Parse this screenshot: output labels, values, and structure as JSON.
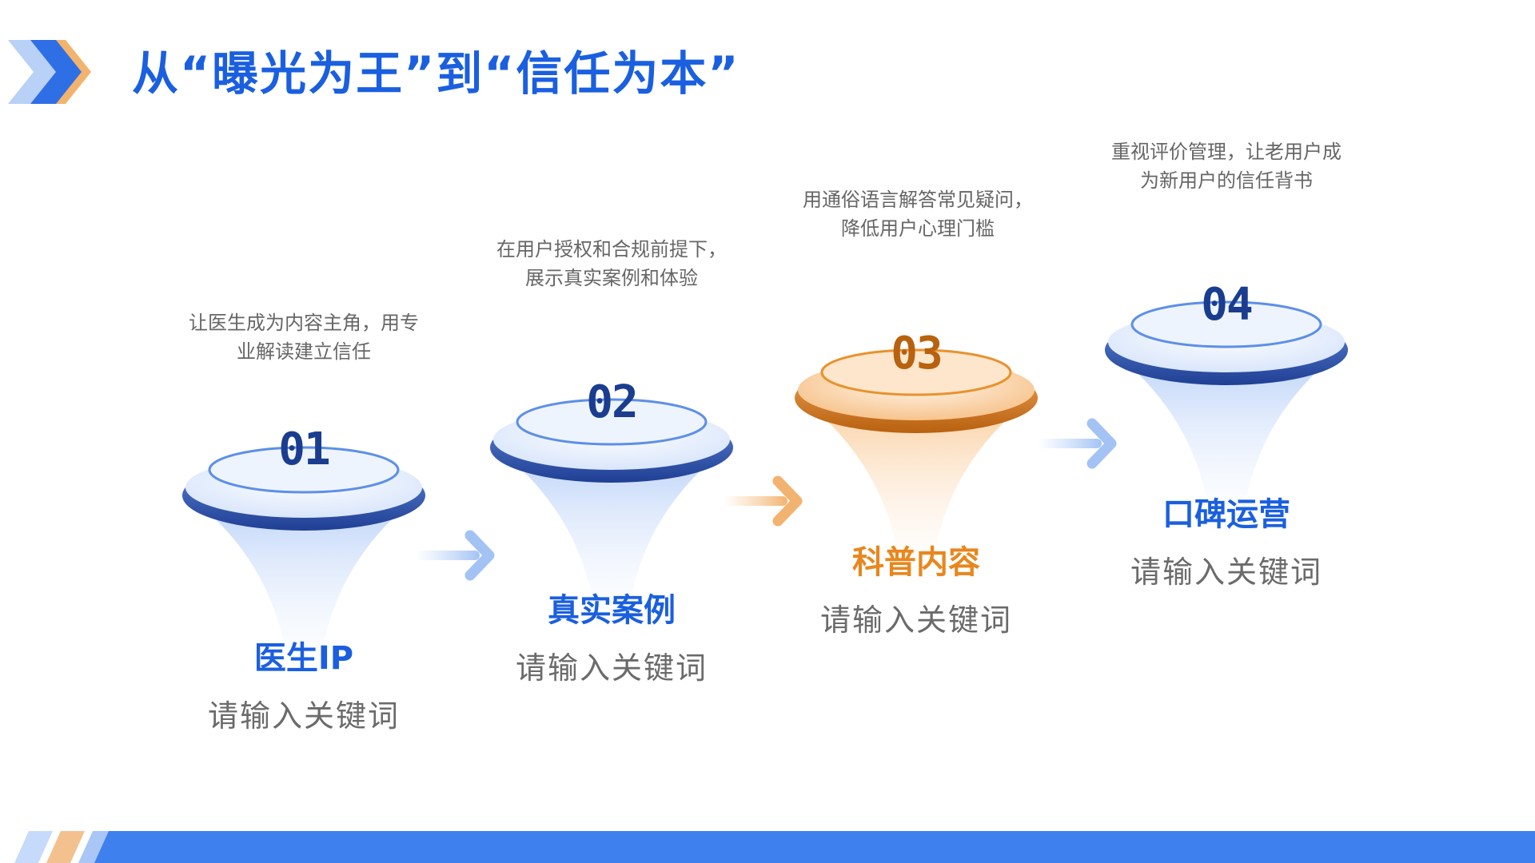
{
  "title": "从“曝光为王”到“信任为本”",
  "colors": {
    "primary": "#1a5fe0",
    "dark_blue": "#1a3d8f",
    "orange": "#e8871e",
    "dark_orange": "#b8610f",
    "light_blue": "#a8c6f5",
    "muted_text": "#666666"
  },
  "steps": [
    {
      "number": "01",
      "title": "医生IP",
      "subtitle": "请输入关键词",
      "desc_line1": "让医生成为内容主角，用专",
      "desc_line2": "业解读建立信任",
      "theme": "blue"
    },
    {
      "number": "02",
      "title": "真实案例",
      "subtitle": "请输入关键词",
      "desc_line1": "在用户授权和合规前提下，",
      "desc_line2": "展示真实案例和体验",
      "theme": "blue"
    },
    {
      "number": "03",
      "title": "科普内容",
      "subtitle": "请输入关键词",
      "desc_line1": "用通俗语言解答常见疑问，",
      "desc_line2": "降低用户心理门槛",
      "theme": "orange"
    },
    {
      "number": "04",
      "title": "口碑运营",
      "subtitle": "请输入关键词",
      "desc_line1": "重视评价管理，让老用户成",
      "desc_line2": "为新用户的信任背书",
      "theme": "blue"
    }
  ],
  "arrows": [
    "arrow-right-icon",
    "arrow-right-icon",
    "arrow-right-icon"
  ]
}
